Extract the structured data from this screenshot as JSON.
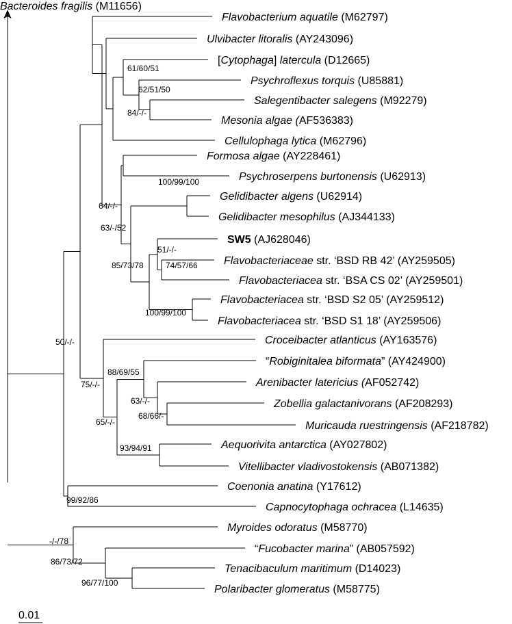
{
  "root_taxon": {
    "name": "Bacteroides fragilis",
    "accession": " (M11656)"
  },
  "scale_bar": {
    "label": "0.01"
  },
  "taxa": [
    {
      "id": "t1",
      "parts": [
        {
          "t": "Flavobacterium aquatile",
          "s": "i"
        },
        {
          "t": " (M62797)",
          "s": "n"
        }
      ]
    },
    {
      "id": "t2",
      "parts": [
        {
          "t": "Ulvibacter litoralis",
          "s": "i"
        },
        {
          "t": " (AY243096)",
          "s": "n"
        }
      ]
    },
    {
      "id": "t3",
      "parts": [
        {
          "t": "[",
          "s": "n"
        },
        {
          "t": "Cytophaga",
          "s": "i"
        },
        {
          "t": "] ",
          "s": "n"
        },
        {
          "t": "latercula",
          "s": "i"
        },
        {
          "t": " (D12665)",
          "s": "n"
        }
      ]
    },
    {
      "id": "t4",
      "parts": [
        {
          "t": "Psychroflexus torquis",
          "s": "i"
        },
        {
          "t": " (U85881)",
          "s": "n"
        }
      ]
    },
    {
      "id": "t5",
      "parts": [
        {
          "t": "Salegentibacter salegens",
          "s": "i"
        },
        {
          "t": " (M92279)",
          "s": "n"
        }
      ]
    },
    {
      "id": "t6",
      "parts": [
        {
          "t": "Mesonia algae (",
          "s": "i"
        },
        {
          "t": "AF536383)",
          "s": "n"
        }
      ]
    },
    {
      "id": "t7",
      "parts": [
        {
          "t": "Cellulophaga lytica",
          "s": "i"
        },
        {
          "t": " (M62796)",
          "s": "n"
        }
      ]
    },
    {
      "id": "t8",
      "parts": [
        {
          "t": "Formosa algae",
          "s": "i"
        },
        {
          "t": " (AY228461)",
          "s": "n"
        }
      ]
    },
    {
      "id": "t9",
      "parts": [
        {
          "t": "Psychroserpens burtonensis",
          "s": "i"
        },
        {
          "t": " (U62913)",
          "s": "n"
        }
      ]
    },
    {
      "id": "t10",
      "parts": [
        {
          "t": "Gelidibacter algens",
          "s": "i"
        },
        {
          "t": " (U62914)",
          "s": "n"
        }
      ]
    },
    {
      "id": "t11",
      "parts": [
        {
          "t": "Gelidibacter mesophilus",
          "s": "i"
        },
        {
          "t": " (AJ344133)",
          "s": "n"
        }
      ]
    },
    {
      "id": "t12",
      "parts": [
        {
          "t": "SW5",
          "s": "b"
        },
        {
          "t": " (AJ628046)",
          "s": "n"
        }
      ]
    },
    {
      "id": "t13",
      "parts": [
        {
          "t": "Flavobacteriaceae",
          "s": "i"
        },
        {
          "t": " str. ‘BSD RB 42’ (AY259505)",
          "s": "n"
        }
      ]
    },
    {
      "id": "t14",
      "parts": [
        {
          "t": "Flavobacteriacea",
          "s": "i"
        },
        {
          "t": " str. ‘BSA CS 02’ (AY259501)",
          "s": "n"
        }
      ]
    },
    {
      "id": "t15",
      "parts": [
        {
          "t": "Flavobacteriacea",
          "s": "i"
        },
        {
          "t": " str. ‘BSD S2 05’ (AY259512)",
          "s": "n"
        }
      ]
    },
    {
      "id": "t16",
      "parts": [
        {
          "t": "Flavobacteriacea",
          "s": "i"
        },
        {
          "t": " str. ‘BSD S1 18’ (AY259506)",
          "s": "n"
        }
      ]
    },
    {
      "id": "t17",
      "parts": [
        {
          "t": "Croceibacter atlanticus",
          "s": "i"
        },
        {
          "t": " (AY163576)",
          "s": "n"
        }
      ]
    },
    {
      "id": "t18",
      "parts": [
        {
          "t": "“",
          "s": "n"
        },
        {
          "t": "Robiginitalea biformata",
          "s": "i"
        },
        {
          "t": "” (AY424900)",
          "s": "n"
        }
      ]
    },
    {
      "id": "t19",
      "parts": [
        {
          "t": "Arenibacter latericius (",
          "s": "i"
        },
        {
          "t": "AF052742)",
          "s": "n"
        }
      ]
    },
    {
      "id": "t20",
      "parts": [
        {
          "t": "Zobellia galactanivorans",
          "s": "i"
        },
        {
          "t": " (AF208293)",
          "s": "n"
        }
      ]
    },
    {
      "id": "t21",
      "parts": [
        {
          "t": "Muricauda ruestringensis",
          "s": "i"
        },
        {
          "t": " (AF218782)",
          "s": "n"
        }
      ]
    },
    {
      "id": "t22",
      "parts": [
        {
          "t": "Aequorivita antarctica",
          "s": "i"
        },
        {
          "t": " (AY027802)",
          "s": "n"
        }
      ]
    },
    {
      "id": "t23",
      "parts": [
        {
          "t": "Vitellibacter vladivostokensis",
          "s": "i"
        },
        {
          "t": " (AB071382)",
          "s": "n"
        }
      ]
    },
    {
      "id": "t24",
      "parts": [
        {
          "t": "Coenonia anatina",
          "s": "i"
        },
        {
          "t": " (Y17612)",
          "s": "n"
        }
      ]
    },
    {
      "id": "t25",
      "parts": [
        {
          "t": "Capnocytophaga ochracea",
          "s": "i"
        },
        {
          "t": " (L14635)",
          "s": "n"
        }
      ]
    },
    {
      "id": "t26",
      "parts": [
        {
          "t": "Myroides odoratus",
          "s": "i"
        },
        {
          "t": " (M58770)",
          "s": "n"
        }
      ]
    },
    {
      "id": "t27",
      "parts": [
        {
          "t": "“",
          "s": "n"
        },
        {
          "t": "Fucobacter marina",
          "s": "i"
        },
        {
          "t": "” (AB057592)",
          "s": "n"
        }
      ]
    },
    {
      "id": "t28",
      "parts": [
        {
          "t": "Tenacibaculum maritimum",
          "s": "i"
        },
        {
          "t": " (D14023)",
          "s": "n"
        }
      ]
    },
    {
      "id": "t29",
      "parts": [
        {
          "t": "Polaribacter glomeratus",
          "s": "i"
        },
        {
          "t": " (M58775)",
          "s": "n"
        }
      ]
    }
  ],
  "bootstrap": {
    "b1": "61/60/51",
    "b2": "62/51/50",
    "b3": "84/-/-",
    "b4": "100/99/100",
    "b5": "64/-/-",
    "b6": "63/-/52",
    "b7": "51/-/-",
    "b8": "74/57/66",
    "b9": "85/73/78",
    "b10": "100/99/100",
    "b11": "50/-/-",
    "b12": "88/69/55",
    "b13": "75/-/-",
    "b14": "63/-/-",
    "b15": "68/66/-",
    "b16": "65/-/-",
    "b17": "93/94/91",
    "b18": "99/92/86",
    "b19": "-/-/78",
    "b20": "86/73/72",
    "b21": "96/77/100"
  }
}
